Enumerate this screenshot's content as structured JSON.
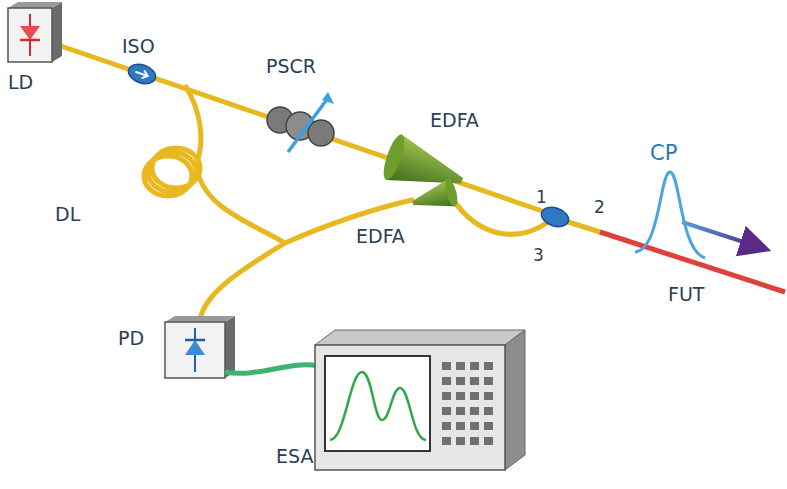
{
  "diagram": {
    "labels": [
      "ISO",
      "PSCR",
      "LD",
      "EDFA",
      "1",
      "2",
      "CP",
      "DL",
      "3",
      "EDFA",
      "FUT",
      "PD",
      "ESA"
    ]
  }
}
